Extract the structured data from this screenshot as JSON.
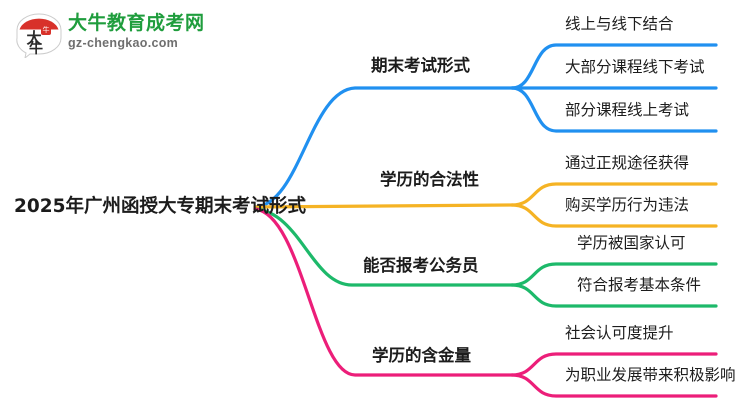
{
  "logo": {
    "mark_text": "大牛",
    "brand_cn": "大牛教育成考网",
    "brand_en": "gz-chengkao.com",
    "brand_color": "#1f9d3d",
    "mark_color": "#d8312a"
  },
  "mindmap": {
    "root": {
      "label": "2025年广州函授大专期末考试形式"
    },
    "branches": [
      {
        "label": "期末考试形式",
        "color": "#2090f0",
        "leaves": [
          {
            "label": "线上与线下结合"
          },
          {
            "label": "大部分课程线下考试"
          },
          {
            "label": "部分课程线上考试"
          }
        ]
      },
      {
        "label": "学历的合法性",
        "color": "#f5b324",
        "leaves": [
          {
            "label": "通过正规途径获得"
          },
          {
            "label": "购买学历行为违法"
          }
        ]
      },
      {
        "label": "能否报考公务员",
        "color": "#1db96a",
        "leaves": [
          {
            "label": "学历被国家认可"
          },
          {
            "label": "符合报考基本条件"
          }
        ]
      },
      {
        "label": "学历的含金量",
        "color": "#ec1e79",
        "leaves": [
          {
            "label": "社会认可度提升"
          },
          {
            "label": "为职业发展带来积极影响"
          }
        ]
      }
    ]
  }
}
